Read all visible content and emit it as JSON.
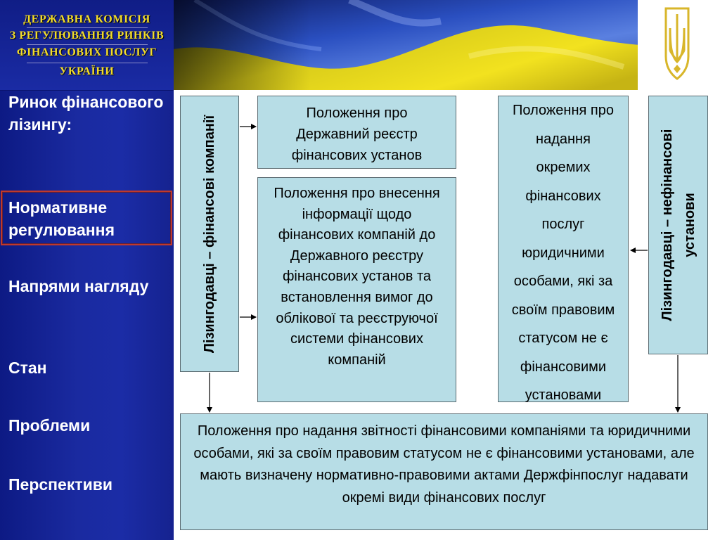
{
  "sidebar": {
    "logo_lines": [
      "ДЕРЖАВНА  КОМІСІЯ",
      "З  РЕГУЛЮВАННЯ  РИНКІВ",
      "ФІНАНСОВИХ  ПОСЛУГ",
      "УКРАЇНИ"
    ],
    "nav": [
      {
        "label": "Ринок фінансового лізингу:"
      },
      {
        "label": "Нормативне регулювання",
        "active": true
      },
      {
        "label": "Напрями нагляду"
      },
      {
        "label": "Стан"
      },
      {
        "label": "Проблеми"
      },
      {
        "label": "Перспективи"
      }
    ]
  },
  "banner": {
    "flag_colors": [
      "#1f3fa8",
      "#e8d21c"
    ],
    "emblem": "trident-emblem-icon",
    "emblem_color": "#d8b62a"
  },
  "diagram": {
    "box_color": "#b7dde6",
    "lessors_financial": "Лізингодавці – фінансові компанії",
    "lessors_nonfinancial": "Лізингодавці – нефінансові установи",
    "doc_registry": "Положення про Державний реєстр фінансових установ",
    "doc_registry_info": "Положення про внесення інформації щодо фінансових компаній до Державного реєстру фінансових установ та встановлення вимог до облікової та реєструючої системи фінансових компаній",
    "doc_services": "Положення про надання окремих фінансових послуг юридичними особами, які за своїм правовим статусом не є фінансовими установами",
    "doc_reporting": "Положення про надання звітності фінансовими компаніями та юридичними особами, які за своїм правовим статусом не є фінансовими установами, але мають визначену нормативно-правовими актами Держфінпослуг надавати окремі види фінансових послуг"
  }
}
